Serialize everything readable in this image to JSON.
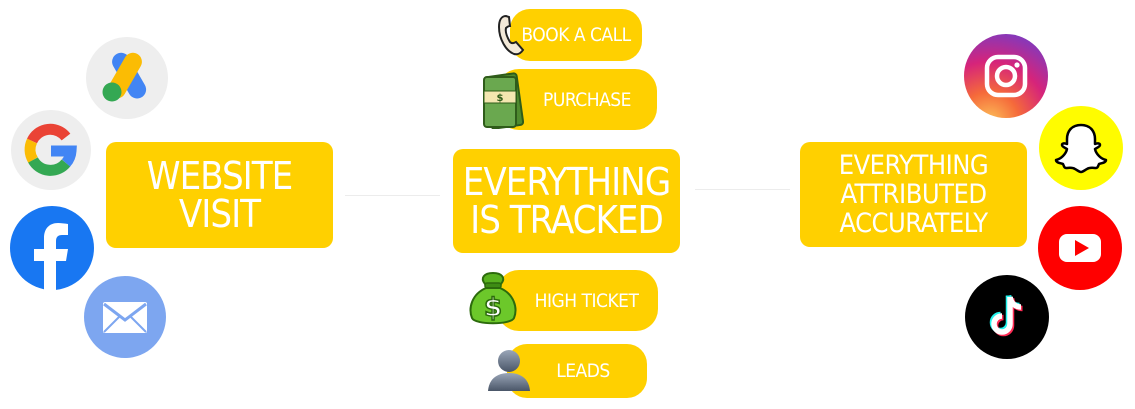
{
  "sources": {
    "label_line1": "WEBSITE",
    "label_line2": "VISIT",
    "icons": [
      "google-ads-icon",
      "google-icon",
      "facebook-icon",
      "email-icon"
    ]
  },
  "center": {
    "label_line1": "EVERYTHING",
    "label_line2": "IS TRACKED",
    "events": {
      "book_call": "BOOK A CALL",
      "purchase": "PURCHASE",
      "high_ticket": "HIGH TICKET",
      "leads": "LEADS"
    },
    "event_icons": [
      "phone-icon",
      "cash-icon",
      "money-bag-icon",
      "user-icon"
    ]
  },
  "attribution": {
    "label_line1": "EVERYTHING",
    "label_line2": "ATTRIBUTED",
    "label_line3": "ACCURATELY",
    "icons": [
      "instagram-icon",
      "snapchat-icon",
      "youtube-icon",
      "tiktok-icon"
    ]
  },
  "colors": {
    "accent": "#ffd000",
    "text": "#ffffff",
    "facebook": "#1877f2",
    "email": "#7da6f0",
    "youtube": "#ff0000",
    "snapchat": "#fffc00",
    "tiktok": "#000000"
  }
}
